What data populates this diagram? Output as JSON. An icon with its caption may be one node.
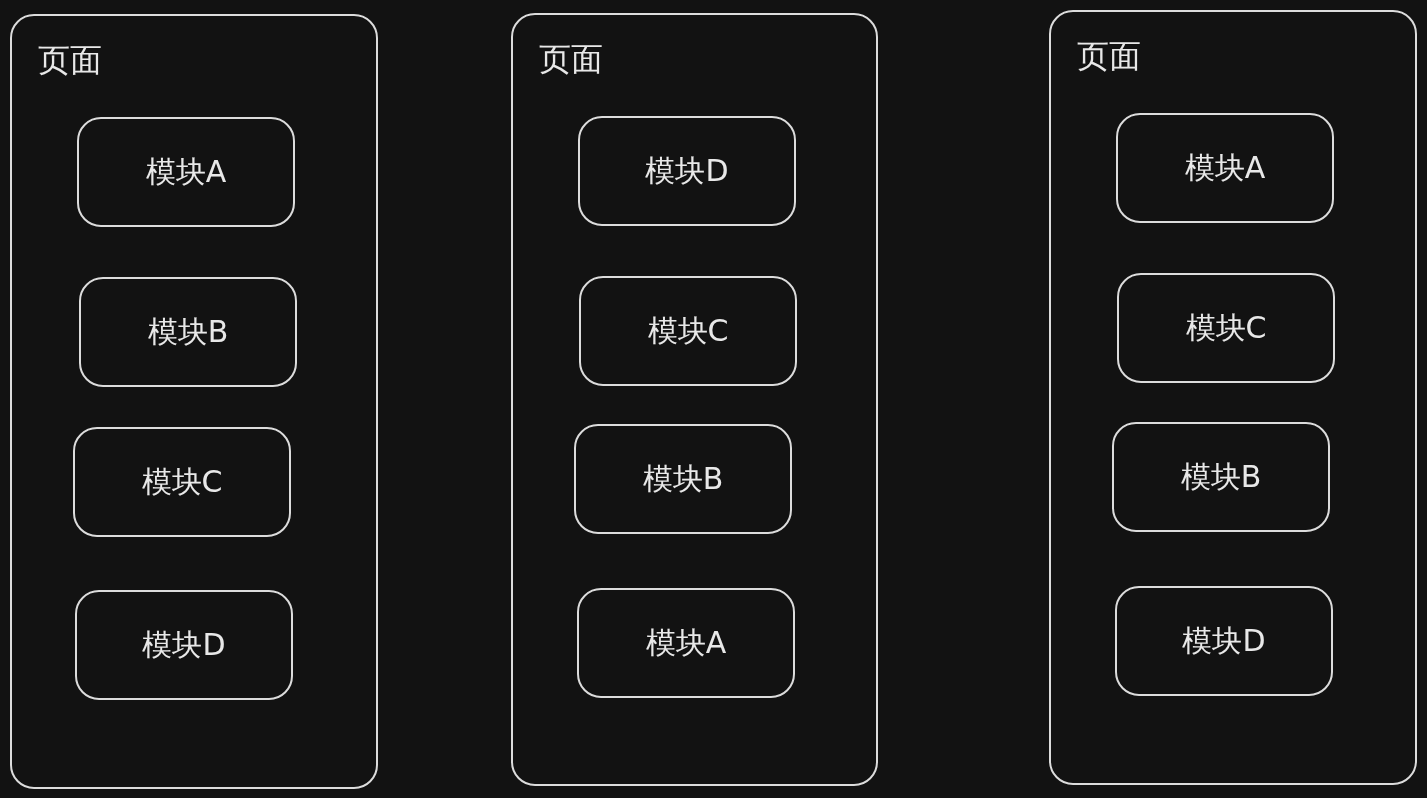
{
  "diagram": {
    "nodes": [
      {
        "text": [
          "页面"
        ]
      },
      {
        "text": [
          "模块A"
        ],
        "in": 0
      },
      {
        "text": [
          "模块B"
        ],
        "in": 0
      },
      {
        "text": [
          "模块C"
        ],
        "in": 0
      },
      {
        "text": [
          "模块D"
        ],
        "in": 0
      },
      {
        "text": [
          "页面"
        ]
      },
      {
        "text": [
          "模块D"
        ],
        "in": 5
      },
      {
        "text": [
          "模块C"
        ],
        "in": 5
      },
      {
        "text": [
          "模块B"
        ],
        "in": 5
      },
      {
        "text": [
          "模块A"
        ],
        "in": 5
      },
      {
        "text": [
          "页面"
        ]
      },
      {
        "text": [
          "模块A"
        ],
        "in": 10
      },
      {
        "text": [
          "模块C"
        ],
        "in": 10
      },
      {
        "text": [
          "模块B"
        ],
        "in": 10
      },
      {
        "text": [
          "模块D"
        ],
        "in": 10
      }
    ]
  }
}
